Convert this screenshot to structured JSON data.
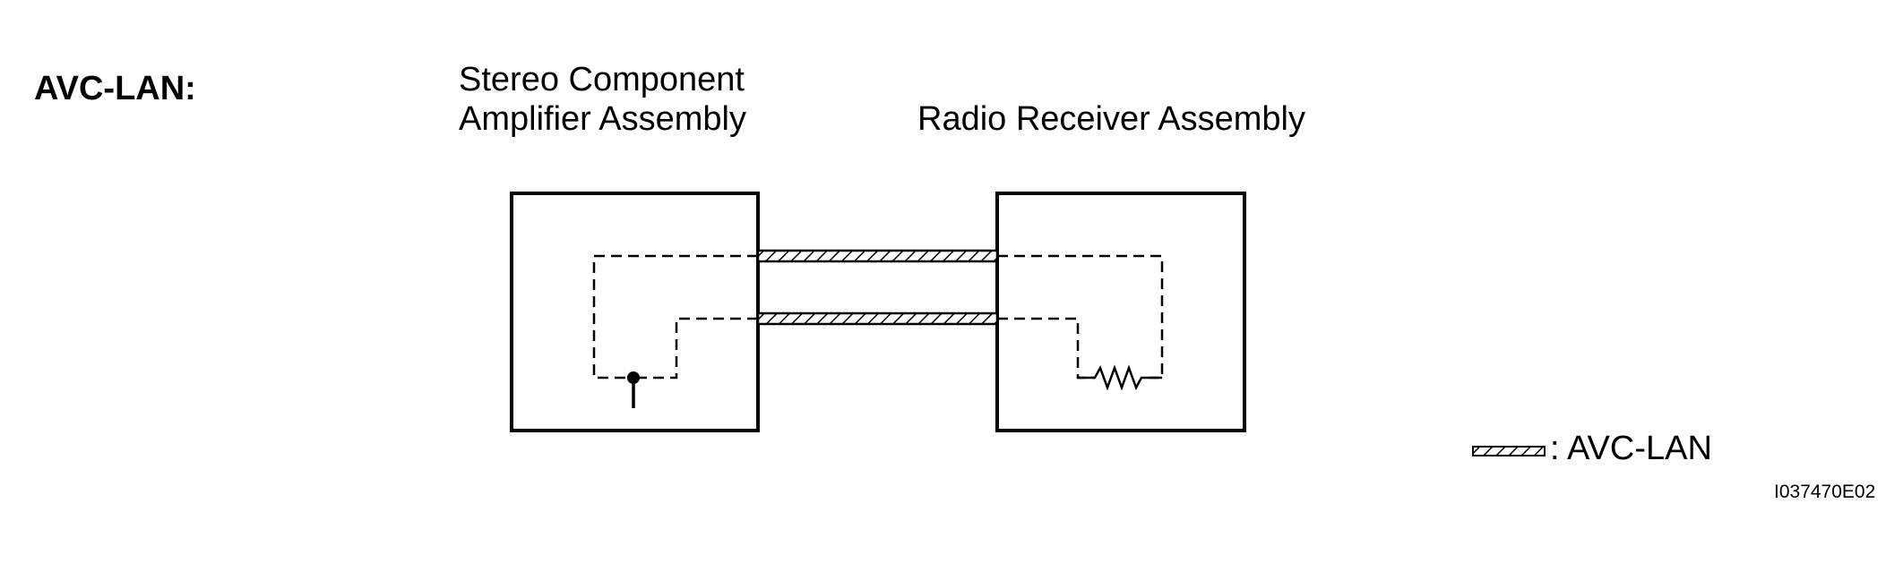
{
  "title": "AVC-LAN:",
  "components": {
    "amplifier": {
      "line1": "Stereo Component",
      "line2": "Amplifier Assembly"
    },
    "radio": {
      "name": "Radio Receiver Assembly"
    }
  },
  "legend": {
    "text": ": AVC-LAN",
    "pattern": "diagonal-hatch"
  },
  "figure_code": "I037470E02",
  "colors": {
    "line": "#000000",
    "background": "#ffffff"
  }
}
